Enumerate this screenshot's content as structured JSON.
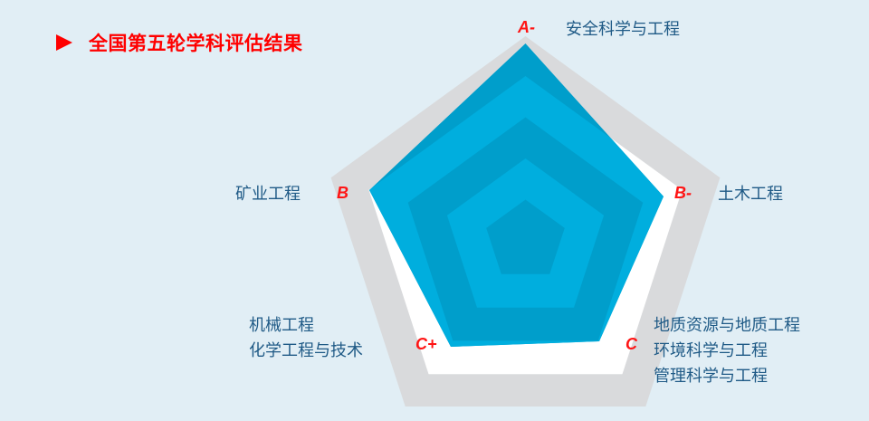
{
  "title": "全国第五轮学科评估结果",
  "colors": {
    "background": "#e1eef5",
    "title": "#ff0000",
    "grade": "#ff1414",
    "subject_text": "#1f5a86",
    "outer_pentagon": "#d9dadc",
    "inner_white": "#ffffff",
    "ring_dark": "#009ecb",
    "ring_light": "#00aede"
  },
  "axes": [
    {
      "grade": "A-",
      "subjects": [
        "安全科学与工程"
      ]
    },
    {
      "grade": "B-",
      "subjects": [
        "土木工程"
      ]
    },
    {
      "grade": "C",
      "subjects": [
        "地质资源与地质工程",
        "环境科学与工程",
        "管理科学与工程"
      ]
    },
    {
      "grade": "C+",
      "subjects": [
        "机械工程",
        "化学工程与技术"
      ]
    },
    {
      "grade": "B",
      "subjects": [
        "矿业工程"
      ]
    }
  ],
  "chart_data": {
    "type": "radar",
    "title": "全国第五轮学科评估结果",
    "categories": [
      "安全科学与工程",
      "土木工程",
      "地质资源与地质工程 / 环境科学与工程 / 管理科学与工程",
      "机械工程 / 化学工程与技术",
      "矿业工程"
    ],
    "grade_labels": [
      "A-",
      "B-",
      "C",
      "C+",
      "B"
    ],
    "values_relative_radius": [
      0.96,
      0.71,
      0.61,
      0.64,
      0.8
    ],
    "rings": 4,
    "legend": "none",
    "grid": "concentric filled pentagons"
  }
}
